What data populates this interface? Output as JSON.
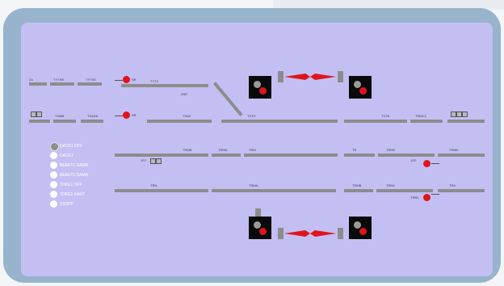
{
  "colors": {
    "panel": "#c3bff3",
    "frame": "#98b4cc",
    "track": "#8d8c8c",
    "signal_red": "#e0141c",
    "box": "#0a0a0a"
  },
  "track_labels": {
    "t1": "2A",
    "t2": "TYTXB",
    "t3": "TYTXD",
    "t4": "TYTX",
    "t5": "2NR",
    "t6": "TXMB",
    "t7": "TXAXB",
    "t8": "TXAX",
    "t9": "TXTH",
    "t10": "TXTB",
    "t11": "TRMC2",
    "t12": "TRMB",
    "t13": "TRMA",
    "t14": "TRM",
    "t15": "TR",
    "t16": "TRMC",
    "t17": "TRNB",
    "t18": "TRN",
    "t19": "TRMA",
    "t20": "TRMB",
    "t21": "TRNX",
    "t22": "TRA",
    "t23": "TRBX"
  },
  "signal_labels": {
    "s1": "SR",
    "s2": "SR",
    "s3": "1ST",
    "s4": "1SS"
  },
  "legend": [
    "DACE1 OFF",
    "DACE1",
    "BEAKT1 DAMR",
    "BEAKT1 DAMR",
    "TOKE1 OFF",
    "TOKE1 KART",
    "STOPP"
  ]
}
